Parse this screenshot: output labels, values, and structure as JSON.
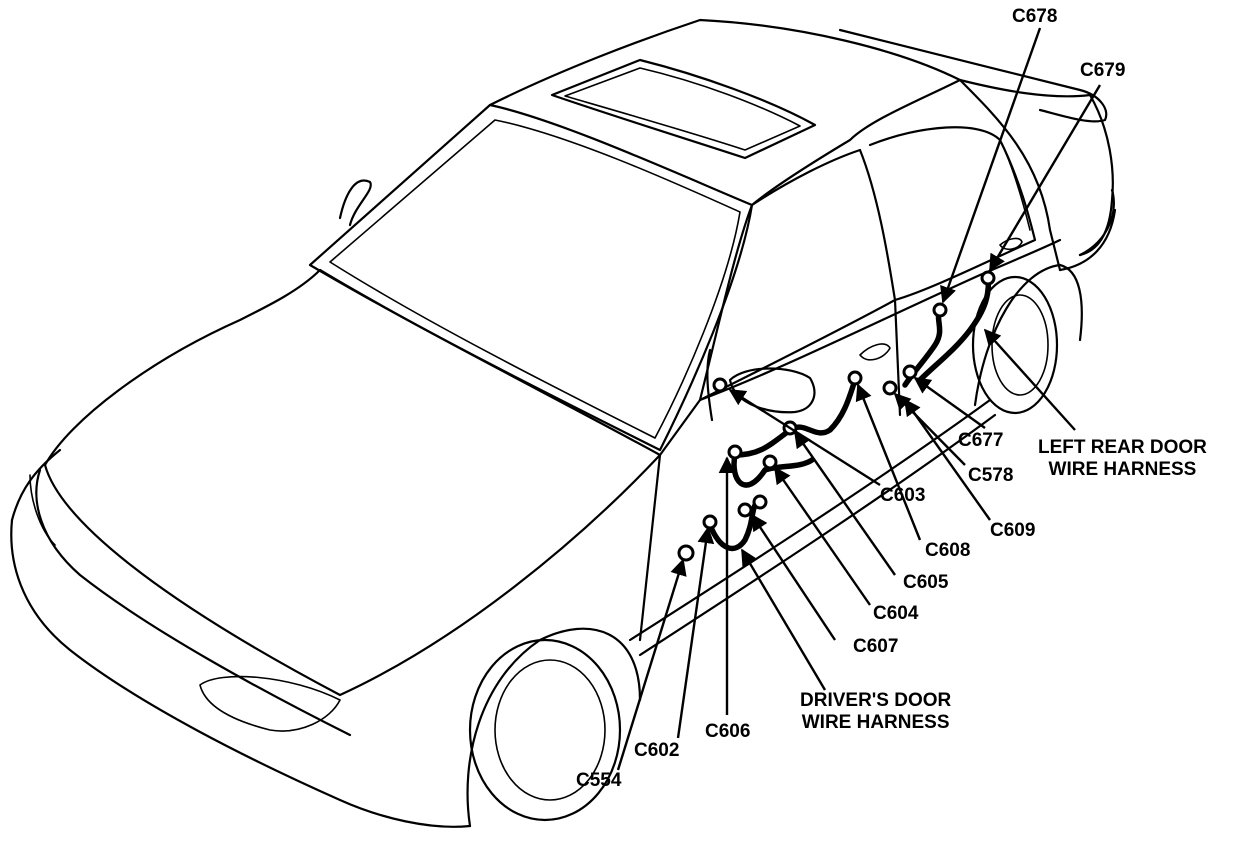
{
  "labels": {
    "c678": "C678",
    "c679": "C679",
    "c677": "C677",
    "c578": "C578",
    "c609": "C609",
    "c603": "C603",
    "c608": "C608",
    "c605": "C605",
    "c604": "C604",
    "c607": "C607",
    "c606": "C606",
    "c602": "C602",
    "c554": "C554",
    "rear_harness_line1": "LEFT REAR DOOR",
    "rear_harness_line2": "WIRE HARNESS",
    "driver_harness_line1": "DRIVER'S DOOR",
    "driver_harness_line2": "WIRE HARNESS"
  }
}
